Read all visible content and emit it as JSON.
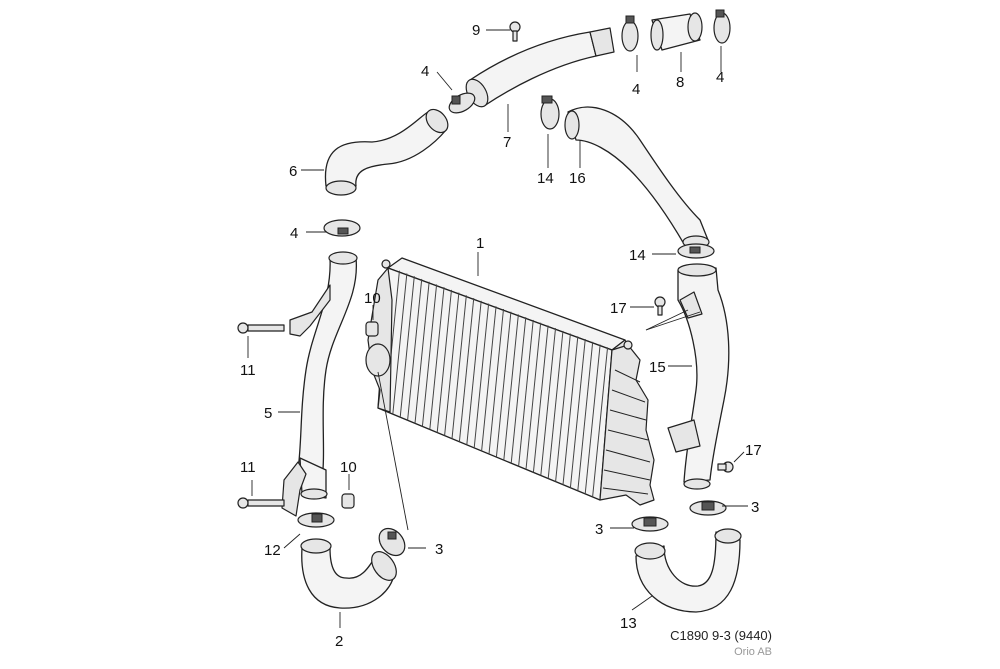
{
  "diagram": {
    "labels": {
      "p1": "1",
      "p2": "2",
      "p3a": "3",
      "p3b": "3",
      "p3c": "3",
      "p4a": "4",
      "p4b": "4",
      "p4c": "4",
      "p4d": "4",
      "p5": "5",
      "p6": "6",
      "p7": "7",
      "p8": "8",
      "p9": "9",
      "p10a": "10",
      "p10b": "10",
      "p11a": "11",
      "p11b": "11",
      "p12": "12",
      "p13": "13",
      "p14a": "14",
      "p14b": "14",
      "p15": "15",
      "p16": "16",
      "p17a": "17",
      "p17b": "17"
    },
    "reference_code": "C1890 9-3 (9440)",
    "owner": "Orio AB"
  }
}
